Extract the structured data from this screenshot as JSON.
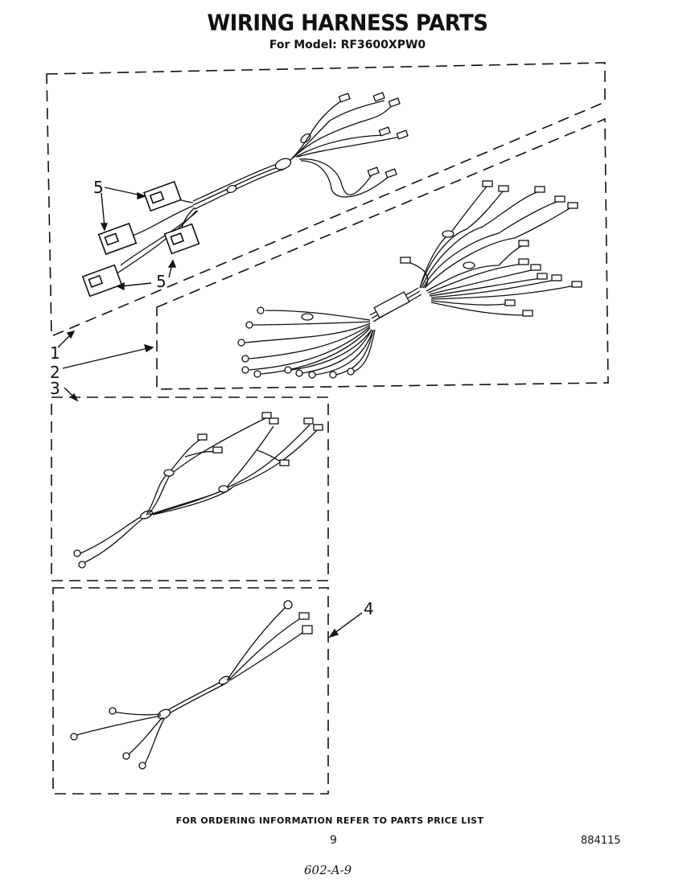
{
  "header": {
    "title": "WIRING HARNESS PARTS",
    "model_line": "For Model: RF3600XPW0"
  },
  "callouts": {
    "c1": "1",
    "c2": "2",
    "c3": "3",
    "c4": "4",
    "c5a": "5",
    "c5b": "5"
  },
  "footer": {
    "ordering_note": "FOR ORDERING INFORMATION REFER TO PARTS PRICE LIST",
    "page_number": "9",
    "document_number": "884115",
    "handwritten_note": "602-A-9"
  }
}
